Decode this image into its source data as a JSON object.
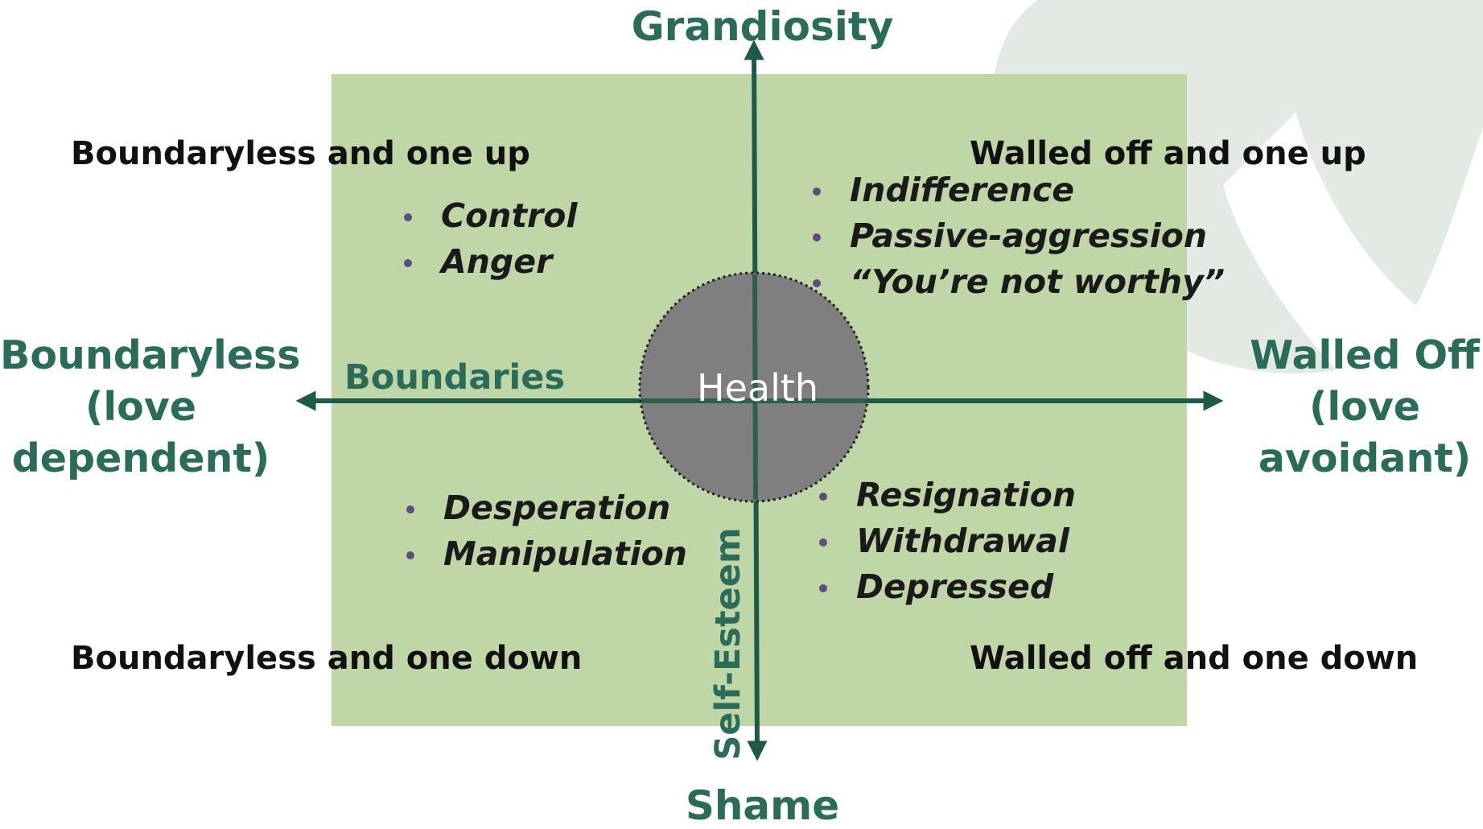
{
  "diagram": {
    "axes": {
      "top": "Grandiosity",
      "bottom": "Shame",
      "left_lines": [
        "Boundaryless",
        "(love",
        "dependent)"
      ],
      "right_lines": [
        "Walled Off",
        "(love",
        "avoidant)"
      ],
      "horizontal_label": "Boundaries",
      "vertical_label": "Self-Esteem"
    },
    "center": "Health",
    "quadrants": {
      "top_left": {
        "title": "Boundaryless and one up",
        "items": [
          "Control",
          "Anger"
        ]
      },
      "top_right": {
        "title": "Walled off and one up",
        "items": [
          "Indifference",
          "Passive-aggression",
          "“You’re not worthy”"
        ]
      },
      "bottom_left": {
        "title": "Boundaryless and one down",
        "items": [
          "Desperation",
          "Manipulation"
        ]
      },
      "bottom_right": {
        "title": "Walled off and one down",
        "items": [
          "Resignation",
          "Withdrawal",
          "Depressed"
        ]
      }
    },
    "colors": {
      "quadrant_fill": "#bfd6a6",
      "axis": "#1f5a48",
      "axis_text": "#2a6b5a",
      "health_circle": "#7f7f7f",
      "bullet": "#5e4d7a",
      "background_shape": "#e3e9e3"
    }
  }
}
